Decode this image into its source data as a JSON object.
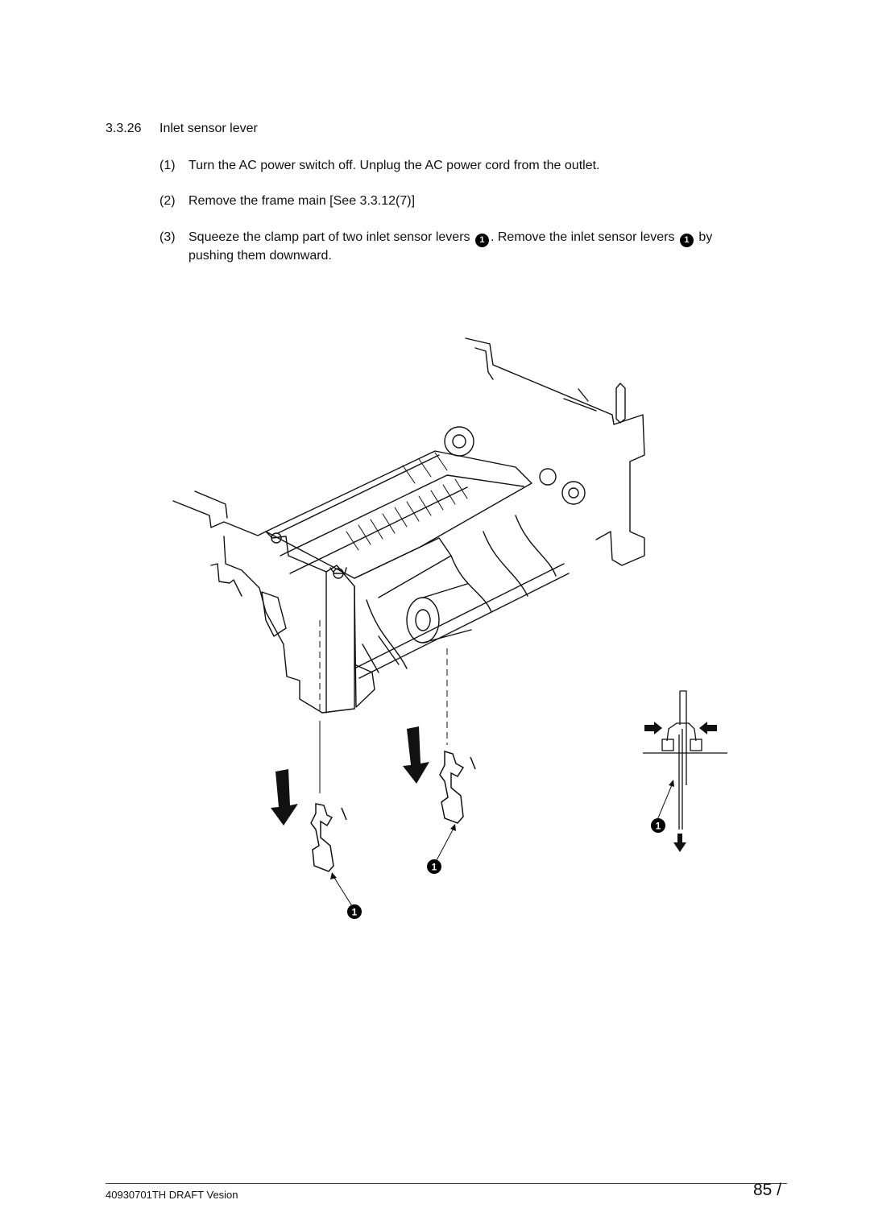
{
  "section": {
    "number": "3.3.26",
    "title": "Inlet sensor lever"
  },
  "steps": [
    {
      "num": "(1)",
      "text": "Turn the AC power switch off. Unplug the AC power cord from the outlet."
    },
    {
      "num": "(2)",
      "text": "Remove the frame main [See 3.3.12(7)]"
    },
    {
      "num": "(3)",
      "text_a": "Squeeze the clamp part of two inlet sensor levers",
      "text_b": ".  Remove the inlet sensor levers",
      "text_c": "by",
      "text_d": "pushing them downward."
    }
  ],
  "callout": "1",
  "footer": {
    "doc_id": "40930701TH  DRAFT Vesion",
    "page": "85 /"
  }
}
